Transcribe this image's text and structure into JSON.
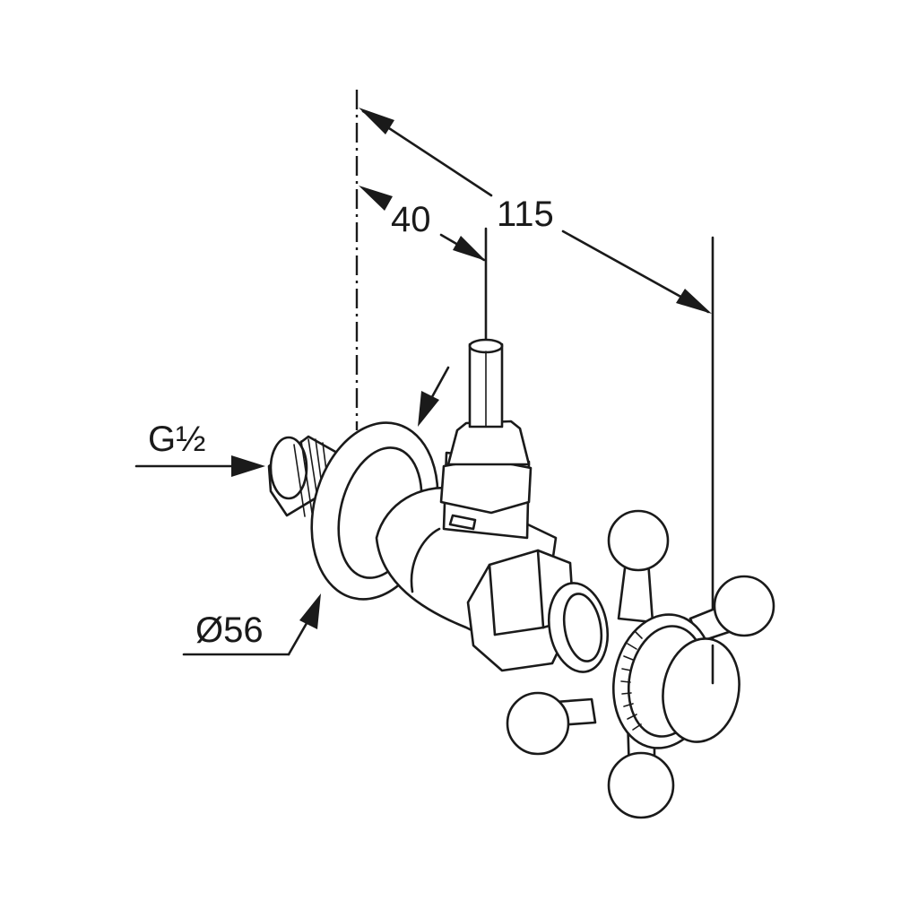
{
  "dimensions": {
    "depth_total": "115",
    "depth_outlet": "40",
    "thread": "G½",
    "rosette_diameter": "Ø56"
  },
  "colors": {
    "line": "#1a1a1a",
    "background": "#ffffff"
  }
}
